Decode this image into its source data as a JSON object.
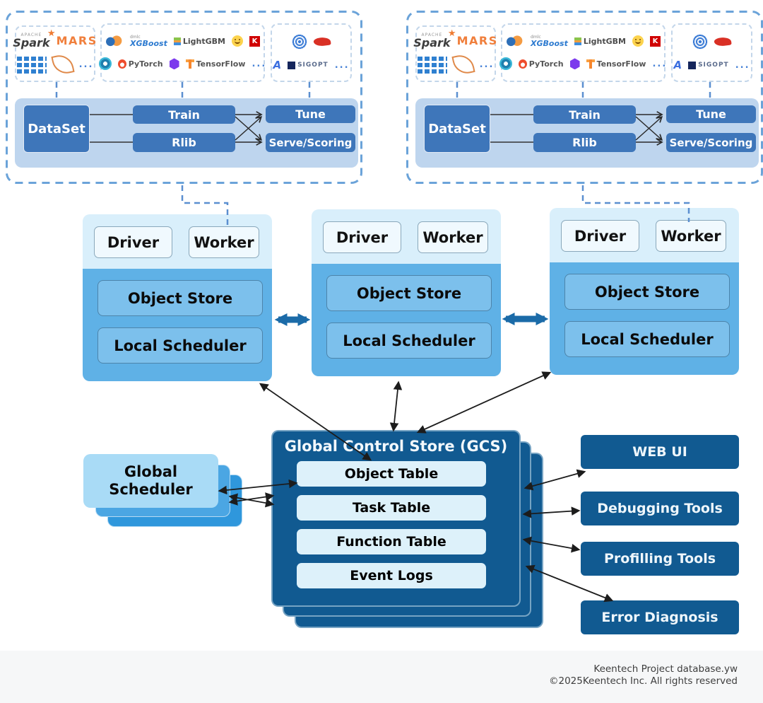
{
  "colors": {
    "dark_blue": "#115a91",
    "node_blue": "#5fb1e6",
    "node_light": "#d9effb",
    "panel_blue": "#bed5ee",
    "pipe_blue": "#3e76ba",
    "scheduler_light": "#a9dbf6",
    "dashed_border": "#6ba3d9",
    "thick_arrow": "#1b6ba8",
    "footer_band": "#f6f7f8"
  },
  "clusters": [
    {
      "logos": {
        "apache": "APACHE",
        "spark": "Spark",
        "star": "★",
        "mars": "MARS",
        "dots_a": "...",
        "dmlc": "dmlc",
        "xgboost": "XGBoost",
        "lightgbm": "LightGBM",
        "keras": "K",
        "pytorch": "PyTorch",
        "tensorflow": "TensorFlow",
        "dots_b": "...",
        "ax": "A",
        "sigopt": "SIGOPT",
        "dots_c": "..."
      },
      "pipeline": {
        "dataset": "DataSet",
        "train": "Train",
        "rlib": "Rlib",
        "tune": "Tune",
        "serve": "Serve/Scoring"
      }
    },
    {
      "logos": {
        "apache": "APACHE",
        "spark": "Spark",
        "star": "★",
        "mars": "MARS",
        "dots_a": "...",
        "dmlc": "dmlc",
        "xgboost": "XGBoost",
        "lightgbm": "LightGBM",
        "keras": "K",
        "pytorch": "PyTorch",
        "tensorflow": "TensorFlow",
        "dots_b": "...",
        "ax": "A",
        "sigopt": "SIGOPT",
        "dots_c": "..."
      },
      "pipeline": {
        "dataset": "DataSet",
        "train": "Train",
        "rlib": "Rlib",
        "tune": "Tune",
        "serve": "Serve/Scoring"
      }
    }
  ],
  "nodes": [
    {
      "driver": "Driver",
      "worker": "Worker",
      "object_store": "Object Store",
      "local_scheduler": "Local Scheduler"
    },
    {
      "driver": "Driver",
      "worker": "Worker",
      "object_store": "Object Store",
      "local_scheduler": "Local Scheduler"
    },
    {
      "driver": "Driver",
      "worker": "Worker",
      "object_store": "Object Store",
      "local_scheduler": "Local Scheduler"
    }
  ],
  "global_scheduler": {
    "label": "Global Scheduler"
  },
  "gcs": {
    "title": "Global Control Store (GCS)",
    "rows": [
      "Object Table",
      "Task Table",
      "Function Table",
      "Event Logs"
    ]
  },
  "tools": [
    "WEB UI",
    "Debugging Tools",
    "Profilling Tools",
    "Error Diagnosis"
  ],
  "footer": {
    "line1": "Keentech Project database.yw",
    "line2": "©2025Keentech Inc. All rights reserved"
  }
}
